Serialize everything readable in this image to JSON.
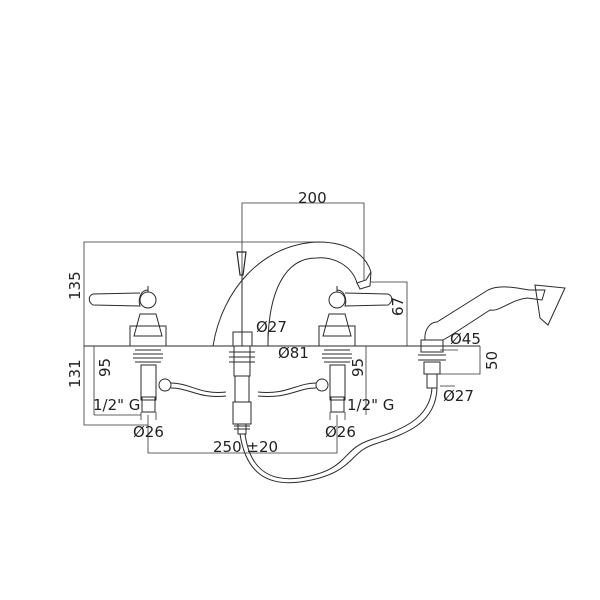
{
  "title": "Three-hole bath mixer with hand shower – dimension drawing",
  "dimensions": {
    "spout_reach": "200",
    "height_above_deck": "135",
    "spout_outlet_height": "67",
    "spout_base_diameter": "Ø27",
    "escutcheon_diameter": "Ø81",
    "shower_base_diameter": "Ø45",
    "shower_base_depth": "50",
    "shower_hose_diameter": "Ø27",
    "depth_below_deck": "131",
    "left_valve_depth": "95",
    "right_valve_depth": "95",
    "left_connection": "1/2\" G",
    "right_connection": "1/2\" G",
    "left_valve_diameter": "Ø26",
    "right_valve_diameter": "Ø26",
    "center_distance": "250 ±20"
  }
}
